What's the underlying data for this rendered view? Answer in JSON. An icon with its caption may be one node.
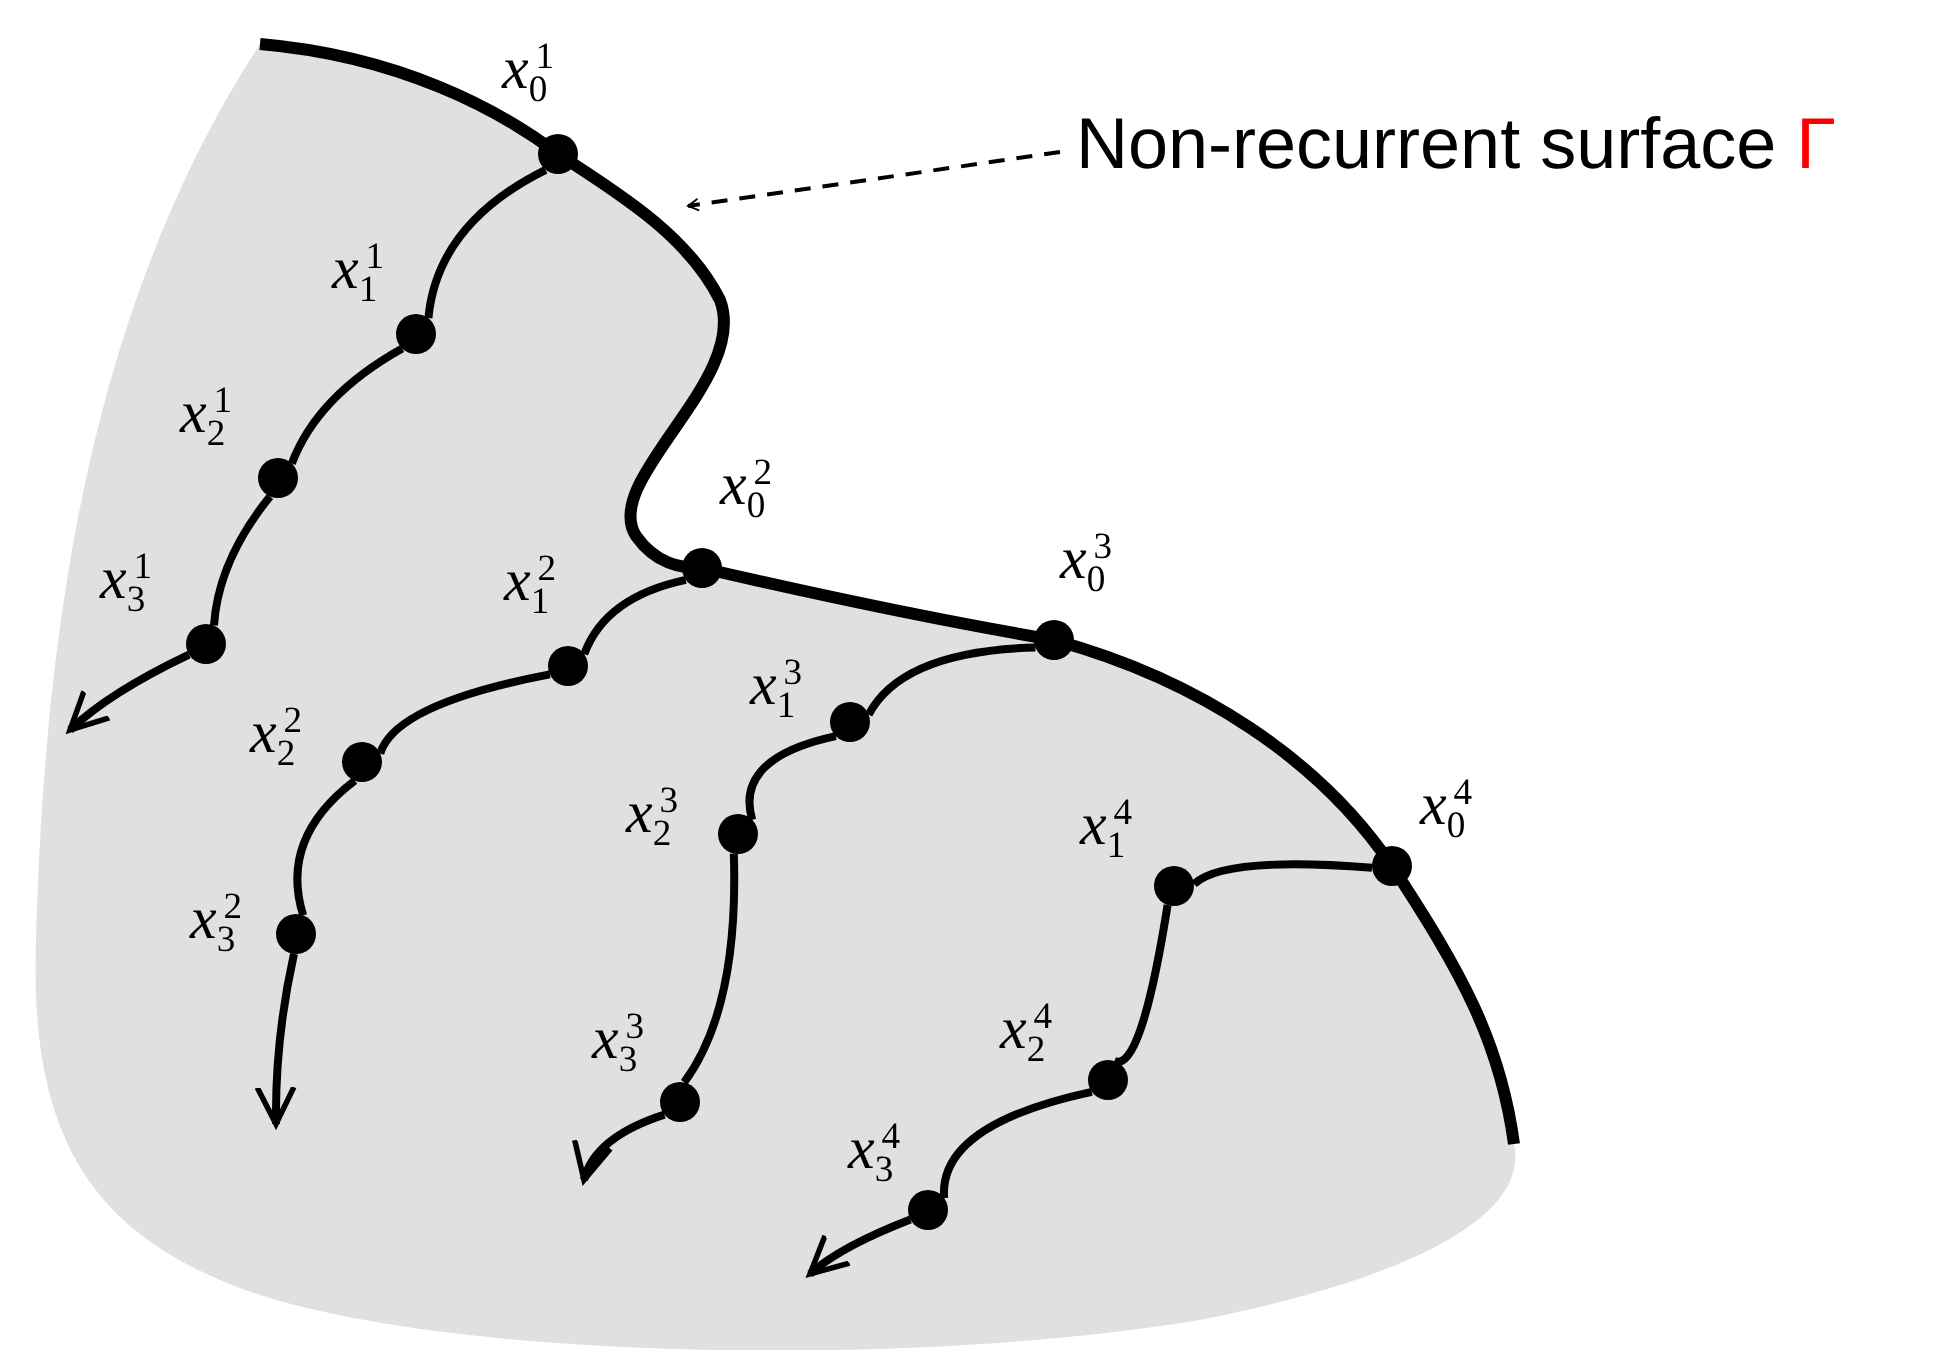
{
  "diagram": {
    "nodes": [
      {
        "text": [],
        "shape": "circle",
        "beside": [
          "x$_{0}$$^{1}$"
        ]
      },
      {
        "text": [],
        "shape": "circle",
        "beside": [
          "x$_{1}$$^{1}$"
        ]
      },
      {
        "text": [],
        "shape": "circle",
        "beside": [
          "x$_{2}$$^{1}$"
        ]
      },
      {
        "text": [],
        "shape": "circle",
        "beside": [
          "x$_{3}$$^{1}$"
        ]
      },
      {
        "text": [],
        "shape": "circle",
        "beside": [
          "x$_{0}$$^{2}$"
        ]
      },
      {
        "text": [],
        "shape": "circle",
        "beside": [
          "x$_{1}$$^{2}$"
        ]
      },
      {
        "text": [],
        "shape": "circle",
        "beside": [
          "x$_{2}$$^{2}$"
        ]
      },
      {
        "text": [],
        "shape": "circle",
        "beside": [
          "x$_{3}$$^{2}$"
        ]
      },
      {
        "text": [],
        "shape": "circle",
        "beside": [
          "x$_{0}$$^{3}$"
        ]
      },
      {
        "text": [],
        "shape": "circle",
        "beside": [
          "x$_{1}$$^{3}$"
        ]
      },
      {
        "text": [],
        "shape": "circle",
        "beside": [
          "x$_{2}$$^{3}$"
        ]
      },
      {
        "text": [],
        "shape": "circle",
        "beside": [
          "x$_{3}$$^{3}$"
        ]
      },
      {
        "text": [],
        "shape": "circle",
        "beside": [
          "x$_{0}$$^{4}$"
        ]
      },
      {
        "text": [],
        "shape": "circle",
        "beside": [
          "x$_{1}$$^{4}$"
        ]
      },
      {
        "text": [],
        "shape": "circle",
        "beside": [
          "x$_{2}$$^{4}$"
        ]
      },
      {
        "text": [],
        "shape": "circle",
        "beside": [
          "x$_{3}$$^{4}$"
        ]
      },
      {
        "text": [
          "Non-recurrent surface Γ"
        ]
      }
    ],
    "edges": [
      {
        "from": 0,
        "to": 1,
        "arrow": "none"
      },
      {
        "from": 1,
        "to": 2,
        "arrow": "none"
      },
      {
        "from": 2,
        "to": 3,
        "arrow": "none"
      },
      {
        "from": 3,
        "to": null,
        "arrow": "to"
      },
      {
        "from": 4,
        "to": 5,
        "arrow": "none"
      },
      {
        "from": 5,
        "to": 6,
        "arrow": "none"
      },
      {
        "from": 6,
        "to": 7,
        "arrow": "none"
      },
      {
        "from": 7,
        "to": null,
        "arrow": "to"
      },
      {
        "from": 8,
        "to": 9,
        "arrow": "none"
      },
      {
        "from": 9,
        "to": 10,
        "arrow": "none"
      },
      {
        "from": 10,
        "to": 11,
        "arrow": "none"
      },
      {
        "from": 11,
        "to": null,
        "arrow": "to"
      },
      {
        "from": 12,
        "to": 13,
        "arrow": "none"
      },
      {
        "from": 13,
        "to": 14,
        "arrow": "none"
      },
      {
        "from": 14,
        "to": 15,
        "arrow": "none"
      },
      {
        "from": 15,
        "to": null,
        "arrow": "to"
      },
      {
        "from": 16,
        "to": null,
        "arrow": "to",
        "style": "dashed"
      }
    ]
  }
}
